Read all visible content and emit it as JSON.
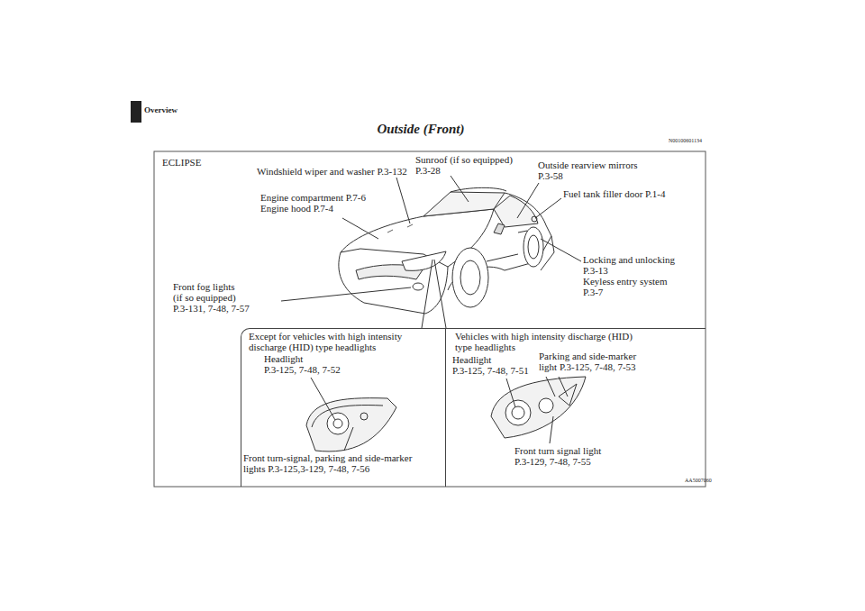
{
  "diagram": {
    "title": "Outside (Front)",
    "nodes": [
      {
        "text": [
          "ECLIPSE"
        ]
      },
      {
        "text": [
          "Except for vehicles with high intensity discharge (HID) type headlights"
        ],
        "in": 0
      },
      {
        "text": [
          "Vehicles with high intensity discharge (HID) type headlights"
        ],
        "in": 0
      }
    ],
    "labels": [
      "Overview",
      "N00100601134",
      "Windshield wiper and washer P.3-132",
      "Sunroof (if so equipped) P.3-28",
      "Outside rearview mirrors P.3-58",
      "Fuel tank filler door P.1-4",
      "Engine compartment P.7-6",
      "Engine hood P.7-4",
      "Locking and unlocking P.3-13",
      "Keyless entry system P.3-7",
      "Front fog lights (if so equipped) P.3-131, 7-48, 7-57",
      "Headlight P.3-125, 7-48, 7-52",
      "Front turn-signal, parking and side-marker lights P.3-125,3-129, 7-48, 7-56",
      "Headlight P.3-125, 7-48, 7-51",
      "Parking and side-marker light P.3-125, 7-48, 7-53",
      "Front turn signal light P.3-129, 7-48, 7-55",
      "AA5007060"
    ]
  }
}
